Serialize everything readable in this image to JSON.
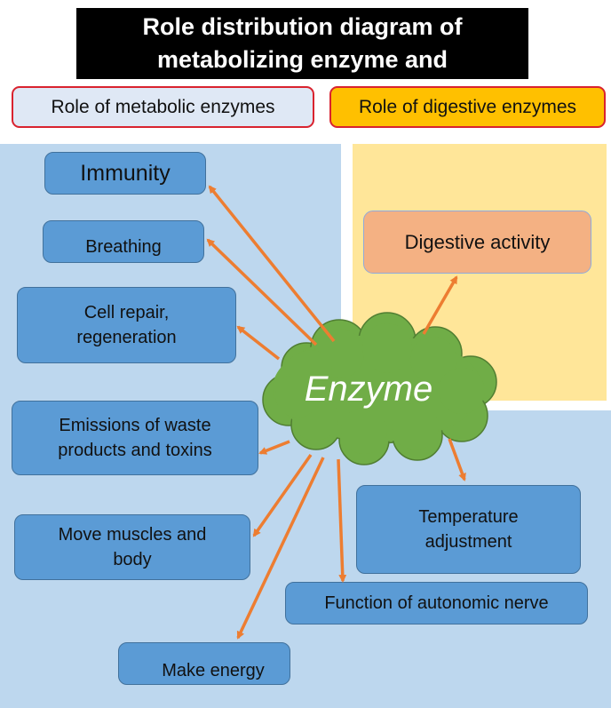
{
  "title": {
    "line1": "Role distribution diagram of",
    "line2": "metabolizing enzyme and"
  },
  "legend": {
    "metabolic": "Role of metabolic enzymes",
    "digestive": "Role of digestive enzymes"
  },
  "center": "Enzyme",
  "metabolic_roles": {
    "immunity": "Immunity",
    "breathing": "Breathing",
    "cell_repair": "Cell repair, regeneration",
    "emissions": "Emissions of waste products and toxins",
    "move_muscles": "Move muscles and body",
    "make_energy": "Make energy",
    "autonomic_nerve": "Function of autonomic nerve",
    "temperature": "Temperature adjustment"
  },
  "digestive_roles": {
    "digestive_activity": "Digestive activity"
  },
  "colors": {
    "metabolic_region": "#bdd7ee",
    "digestive_region": "#ffe699",
    "metabolic_box": "#5b9bd5",
    "digestive_box": "#f4b183",
    "cloud": "#70ad47",
    "arrow": "#ed7d31",
    "legend_border": "#d9232f"
  }
}
